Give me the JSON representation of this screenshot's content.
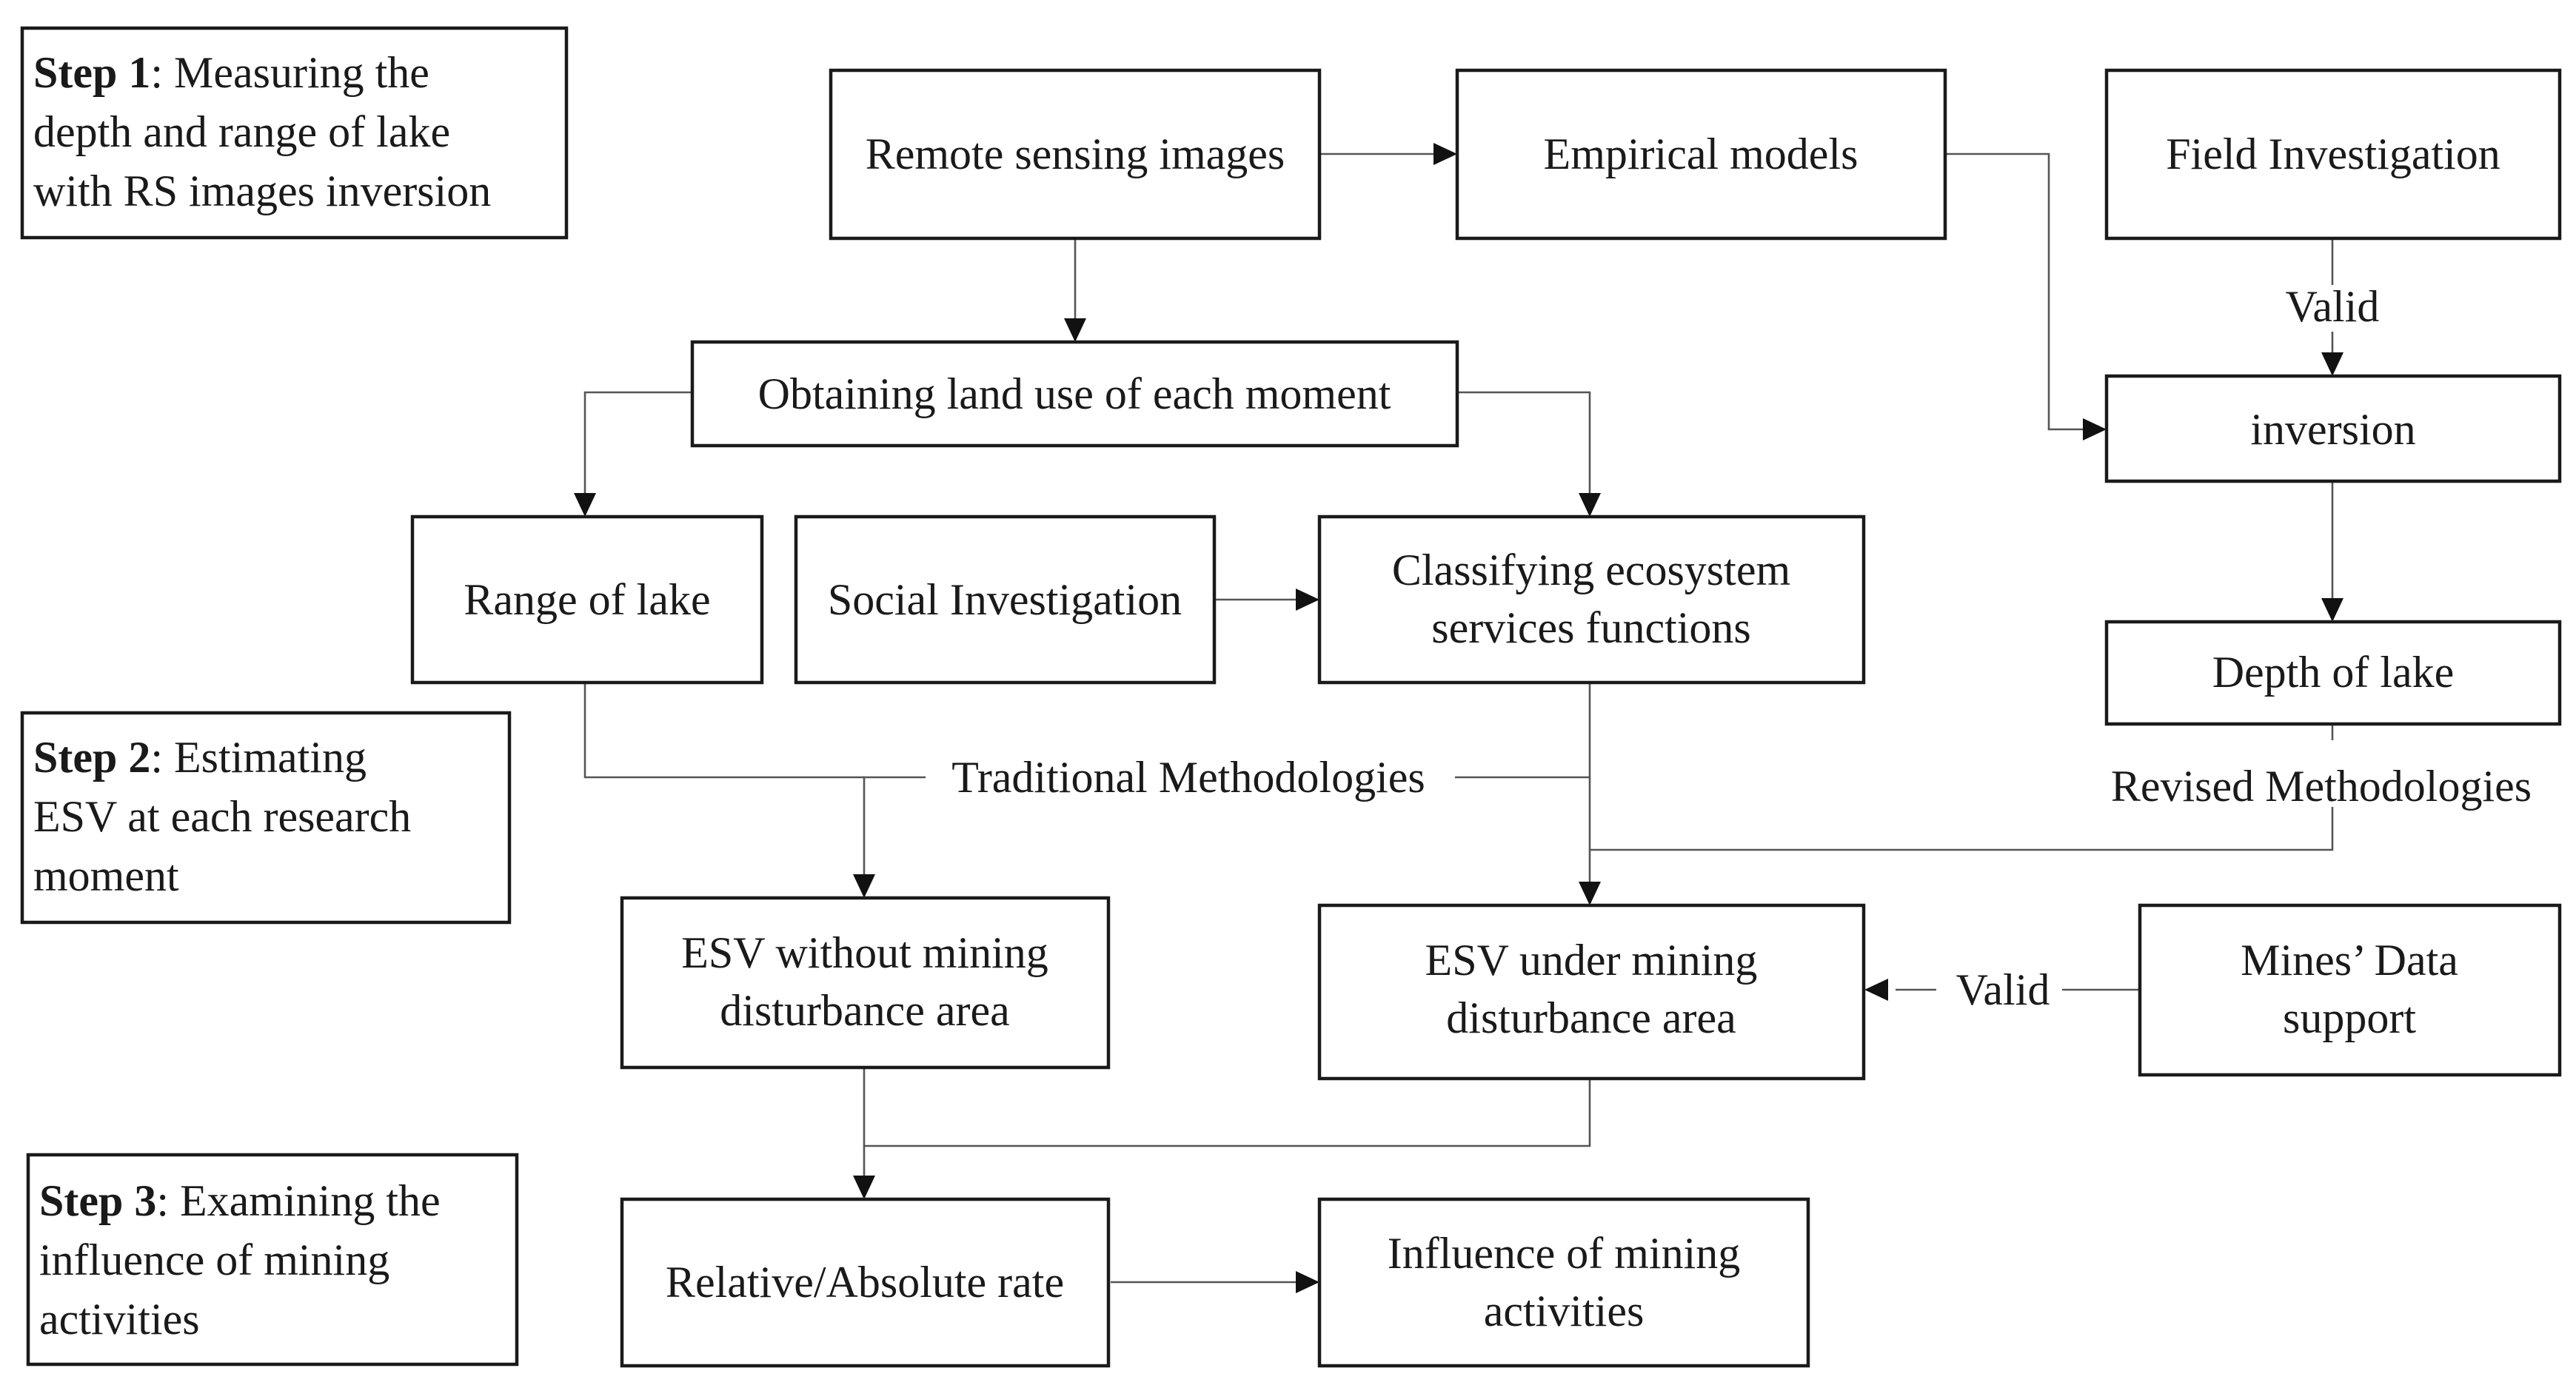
{
  "steps": {
    "step1": {
      "heading": "Step 1",
      "line1": ": Measuring the",
      "line2": "depth and range of lake",
      "line3": "with RS images inversion"
    },
    "step2": {
      "heading": "Step 2",
      "line1": ": Estimating",
      "line2": "ESV at each research",
      "line3": "moment"
    },
    "step3": {
      "heading": "Step 3",
      "line1": ": Examining the",
      "line2": "influence of mining",
      "line3": "activities"
    }
  },
  "nodes": {
    "remote_sensing": "Remote sensing images",
    "empirical_models": "Empirical models",
    "field_investigation": "Field Investigation",
    "obtaining_land_use": "Obtaining land use of each moment",
    "inversion": "inversion",
    "range_of_lake": "Range of lake",
    "social_investigation": "Social Investigation",
    "classifying_line1": "Classifying ecosystem",
    "classifying_line2": "services functions",
    "depth_of_lake": "Depth of lake",
    "esv_without_line1": "ESV without mining",
    "esv_without_line2": "disturbance area",
    "esv_under_line1": "ESV under mining",
    "esv_under_line2": "disturbance area",
    "mines_line1": "Mines’ Data",
    "mines_line2": "support",
    "relative_rate": "Relative/Absolute rate",
    "influence_line1": "Influence of mining",
    "influence_line2": "activities"
  },
  "edge_labels": {
    "valid_field": "Valid",
    "traditional": "Traditional Methodologies",
    "revised": "Revised Methodologies",
    "valid_mines": "Valid"
  }
}
